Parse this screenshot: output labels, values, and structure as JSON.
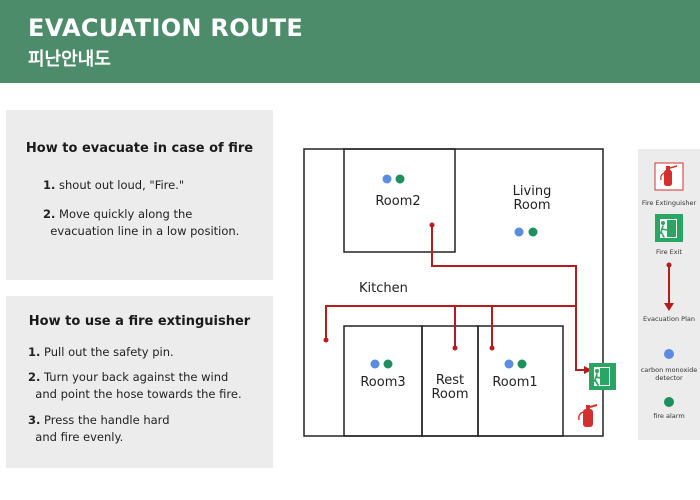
{
  "header": {
    "title": "EVACUATION ROUTE",
    "subtitle": "피난안내도"
  },
  "fire_section": {
    "title": "How to evacuate in case of fire",
    "steps": [
      {
        "num": "1.",
        "text": "shout out loud, \"Fire.\""
      },
      {
        "num": "2.",
        "text": "Move quickly along the\n  evacuation line in a low position."
      }
    ]
  },
  "extinguisher_section": {
    "title": "How to use a fire extinguisher",
    "steps": [
      {
        "num": "1.",
        "text": "Pull out the safety pin."
      },
      {
        "num": "2.",
        "text": "Turn your back against the wind\n  and point the hose towards the fire."
      },
      {
        "num": "3.",
        "text": "Press the handle hard\n  and fire evenly."
      }
    ]
  },
  "floor_plan": {
    "rooms": {
      "room2": "Room2",
      "living_line1": "Living",
      "living_line2": "Room",
      "kitchen": "Kitchen",
      "room3": "Room3",
      "rest_line1": "Rest",
      "rest_line2": "Room",
      "room1": "Room1"
    }
  },
  "legend": {
    "extinguisher": "Fire Extinguisher",
    "exit": "Fire Exit",
    "plan": "Evacuation Plan",
    "co_line1": "carbon monoxide",
    "co_line2": "detector",
    "alarm": "fire alarm"
  },
  "colors": {
    "header_bg": "#4c8c6a",
    "panel_bg": "#ececec",
    "route": "#b71c1c",
    "co_detector": "#5b8ce0",
    "fire_alarm": "#1e8f5e",
    "exit_sign": "#2aa564",
    "extinguisher": "#d32f2f"
  },
  "icons": [
    "fire-extinguisher-icon",
    "fire-exit-icon",
    "evacuation-arrow-icon",
    "co-detector-icon",
    "fire-alarm-icon"
  ]
}
